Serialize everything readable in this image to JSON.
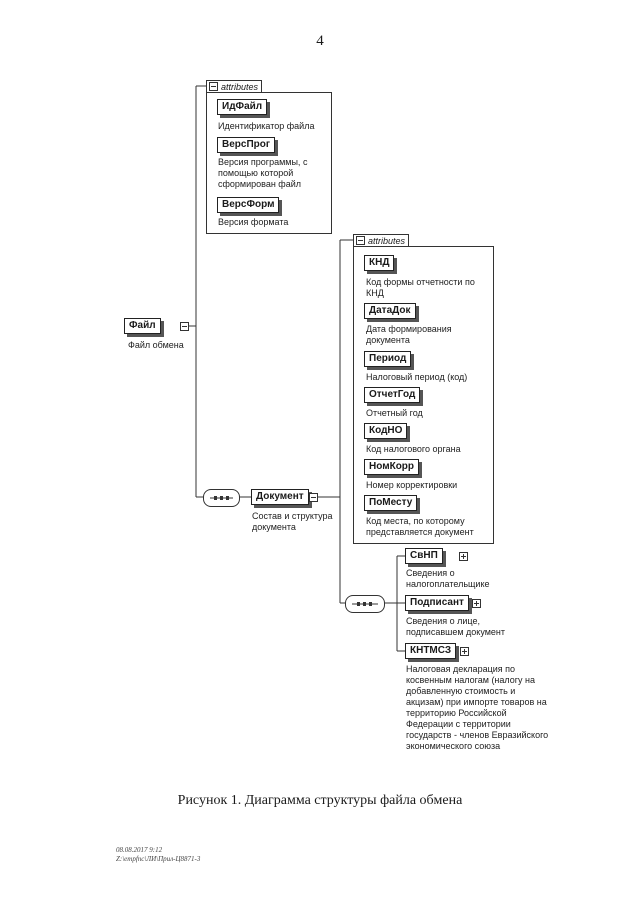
{
  "page_number": "4",
  "attributes_tab_label": "attributes",
  "root": {
    "name": "Файл",
    "desc": "Файл обмена"
  },
  "file_attributes": [
    {
      "name": "ИдФайл",
      "desc": "Идентификатор файла"
    },
    {
      "name": "ВерсПрог",
      "desc": "Версия программы, с помощью которой сформирован файл"
    },
    {
      "name": "ВерсФорм",
      "desc": "Версия формата"
    }
  ],
  "document": {
    "name": "Документ",
    "desc": "Состав и структура документа"
  },
  "document_attributes": [
    {
      "name": "КНД",
      "desc": "Код формы отчетности по КНД"
    },
    {
      "name": "ДатаДок",
      "desc": "Дата формирования документа"
    },
    {
      "name": "Период",
      "desc": "Налоговый период (код)"
    },
    {
      "name": "ОтчетГод",
      "desc": "Отчетный год"
    },
    {
      "name": "КодНО",
      "desc": "Код налогового органа"
    },
    {
      "name": "НомКорр",
      "desc": "Номер корректировки"
    },
    {
      "name": "ПоМесту",
      "desc": "Код места, по которому представляется документ"
    }
  ],
  "document_children": [
    {
      "name": "СвНП",
      "desc": "Сведения о налогоплательщике"
    },
    {
      "name": "Подписант",
      "desc": "Сведения о лице, подписавшем документ"
    },
    {
      "name": "КНТМСЗ",
      "desc": "Налоговая декларация по косвенным налогам (налогу на добавленную стоимость и акцизам) при импорте товаров на территорию Российской Федерации с территории государств - членов Евразийского экономического союза"
    }
  ],
  "caption": "Рисунок 1. Диаграмма структуры файла обмена",
  "footer": {
    "line1": "08.08.2017 9:12",
    "line2": "Z:\\empfnc\\ЛИ\\Прил-Ц8871-3"
  }
}
